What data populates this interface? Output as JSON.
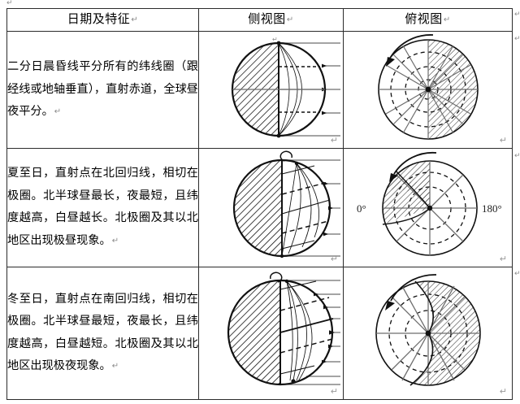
{
  "document": {
    "type": "geography-table",
    "title_present": false,
    "paragraph_mark": "↵"
  },
  "table": {
    "headers": [
      {
        "id": "col-date-features",
        "label": "日期及特征",
        "mark": "↵"
      },
      {
        "id": "col-side-view",
        "label": "侧视图",
        "mark": "↵"
      },
      {
        "id": "col-top-view",
        "label": "俯视图",
        "mark": "↵"
      }
    ],
    "rows": [
      {
        "id": "row-equinox",
        "description": "二分日晨昏线平分所有的纬线圈（跟经线或地轴垂直），直射赤道，全球昼夜平分。",
        "description_mark": "↵",
        "side_view": {
          "name": "equinox-side-view",
          "axis_tilt_deg": 0,
          "terminator": "vertical",
          "shaded_side": "left",
          "sun_rays": "horizontal-from-right",
          "dashed_latitudes": [
            "tropic-of-cancer",
            "tropic-of-capricorn"
          ],
          "mark": "↵"
        },
        "top_view": {
          "name": "equinox-top-view",
          "shaded_sector": "right-half",
          "terminator": "straight-diameter",
          "rotation_arrow": "counterclockwise-upper-left",
          "meridian_count": 12,
          "dashed_circles": 3,
          "labels": [],
          "mark": "↵"
        }
      },
      {
        "id": "row-summer-solstice",
        "description": "夏至日，直射点在北回归线，相切在极圈。北半球昼最长，夜最短，且纬度越高，白昼越长。北极圈及其以北地区出现极昼现象。",
        "description_mark": "↵",
        "side_view": {
          "name": "summer-solstice-side-view",
          "axis_tilt_deg": 23.5,
          "terminator": "vertical",
          "shaded_side": "left",
          "sun_rays": "horizontal-from-right",
          "subsolar_point": "tropic-of-cancer",
          "polar_day": "arctic-circle-and-north",
          "mark": "↵"
        },
        "top_view": {
          "name": "summer-solstice-top-view",
          "shaded_sector": "upper-left",
          "terminator": "curved",
          "rotation_arrow": "counterclockwise-upper-left",
          "meridian_count": 8,
          "dashed_circles": 3,
          "labels": [
            {
              "text": "0°",
              "position": "left"
            },
            {
              "text": "180°",
              "position": "right"
            }
          ],
          "mark": "↵"
        }
      },
      {
        "id": "row-winter-solstice",
        "description": "冬至日，直射点在南回归线，相切在极圈。北半球昼最短，夜最长，且纬度越高，白昼越短。北极圈及其以北地区出现极夜现象。",
        "description_mark": "↵",
        "side_view": {
          "name": "winter-solstice-side-view",
          "axis_tilt_deg": -23.5,
          "terminator": "vertical",
          "shaded_side": "left",
          "sun_rays": "horizontal-from-right",
          "subsolar_point": "tropic-of-capricorn",
          "polar_night": "arctic-circle-and-north",
          "mark": "↵"
        },
        "top_view": {
          "name": "winter-solstice-top-view",
          "shaded_sector": "right-major",
          "terminator": "curved",
          "rotation_arrow": "counterclockwise-upper-left",
          "meridian_count": 10,
          "dashed_circles": 3,
          "labels": [],
          "mark": "↵"
        }
      }
    ]
  },
  "margin_marks": {
    "top_left": "↵",
    "right_column": [
      "↵",
      "↵",
      "↵",
      "↵"
    ]
  },
  "colors": {
    "border": "#2b2b2b",
    "figure_stroke": "#111111",
    "figure_gray": "#6e6e6e",
    "mark_gray": "#8d8d8d",
    "background": "#ffffff"
  }
}
